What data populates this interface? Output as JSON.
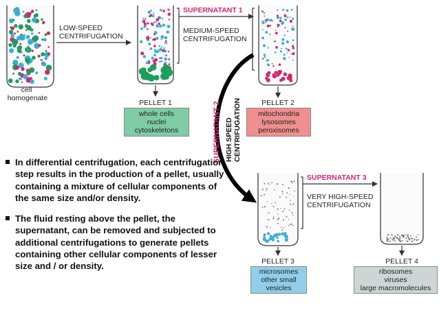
{
  "colors": {
    "supernatant_label": "#d6246e",
    "green_particles": "#1e9e5c",
    "pink_particles": "#d6246e",
    "blue_particles": "#3aaed8",
    "box_green": "#7fcca6",
    "box_pink": "#f08f8f",
    "box_blue": "#90cfe9",
    "box_gray": "#cdd5d5"
  },
  "diagram": {
    "step1_label": [
      "LOW-SPEED",
      "CENTRIFUGATION"
    ],
    "step2_label": [
      "MEDIUM-SPEED",
      "CENTRIFUGATION"
    ],
    "step3_label": [
      "HIGH SPEED",
      "CENTRIFUGATION"
    ],
    "step4_label": [
      "VERY HIGH-SPEED",
      "CENTRIFUGATION"
    ],
    "supernatant1": "SUPERNATANT 1",
    "supernatant2": "SUPERNATANT 2",
    "supernatant3": "SUPERNATANT 3",
    "start_label": [
      "cell",
      "homogenate"
    ],
    "pellet1": {
      "title": "PELLET 1",
      "contents": [
        "whole cells",
        "nuclei",
        "cytoskeletons"
      ]
    },
    "pellet2": {
      "title": "PELLET 2",
      "contents": [
        "mitochondria",
        "lysosomes",
        "peroxisomes"
      ]
    },
    "pellet3": {
      "title": "PELLET 3",
      "contents": [
        "microsomes",
        "other small",
        "vesicles"
      ]
    },
    "pellet4": {
      "title": "PELLET 4",
      "contents": [
        "ribosomes",
        "viruses",
        "large macromolecules"
      ]
    }
  },
  "bullets": [
    "In differential centrifugation, each centrifugation step results in the production of a pellet, usually containing a mixture of cellular components of the same size and/or density.",
    "The fluid resting above the pellet, the supernatant, can be removed and subjected to additional centrifugations to generate pellets containing other cellular components of lesser size and / or density."
  ]
}
